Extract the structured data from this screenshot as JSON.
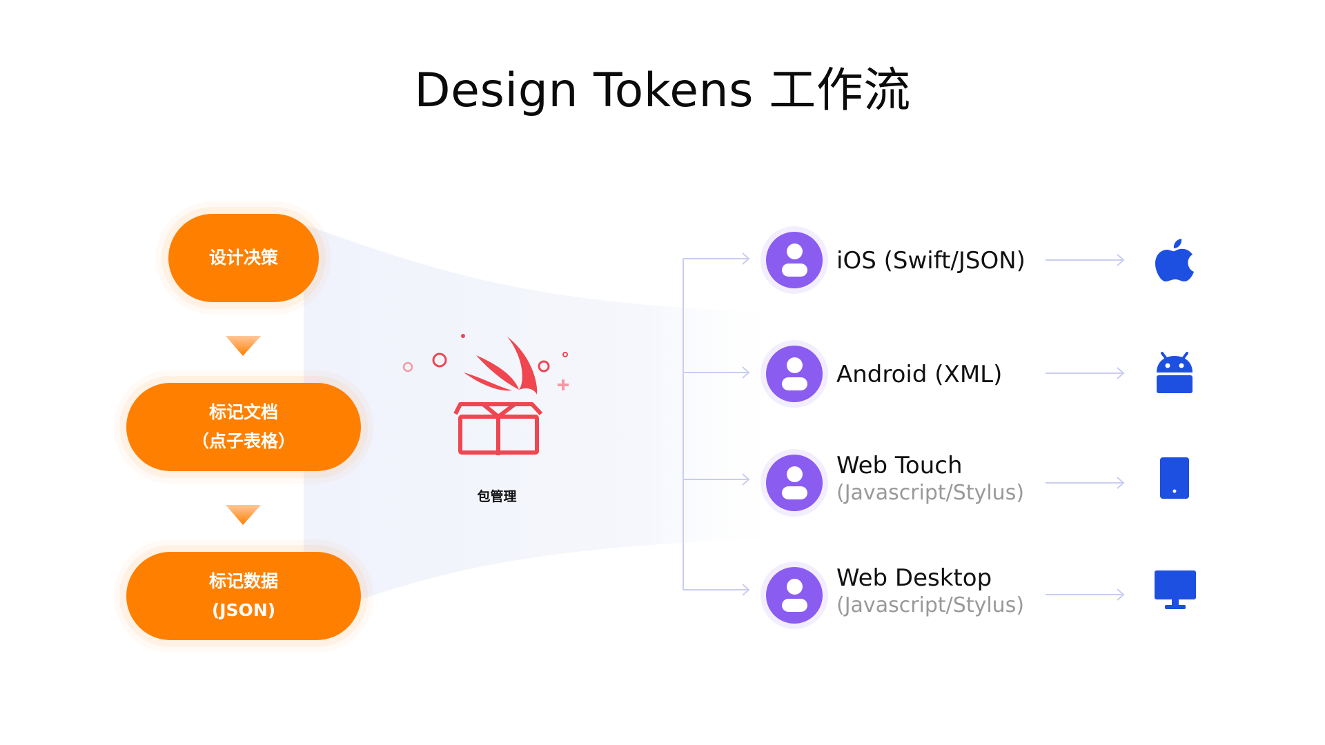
{
  "title": "Design Tokens 工作流",
  "steps": [
    {
      "line1": "设计决策",
      "line2": ""
    },
    {
      "line1": "标记文档",
      "line2": "（点子表格）"
    },
    {
      "line1": "标记数据",
      "line2": "(JSON)"
    }
  ],
  "package": {
    "label": "包管理"
  },
  "platforms": [
    {
      "name": "iOS (Swift/JSON)",
      "sub": "",
      "device_icon": "apple-icon"
    },
    {
      "name": "Android (XML)",
      "sub": "",
      "device_icon": "android-icon"
    },
    {
      "name": "Web Touch",
      "sub": "(Javascript/Stylus)",
      "device_icon": "tablet-icon"
    },
    {
      "name": "Web Desktop",
      "sub": "(Javascript/Stylus)",
      "device_icon": "monitor-icon"
    }
  ],
  "colors": {
    "step_fill": "#ff8000",
    "avatar_fill": "#8a5cf0",
    "device_fill": "#1d4fe0",
    "package_red": "#ef4650",
    "connector": "#c9cdf0"
  }
}
